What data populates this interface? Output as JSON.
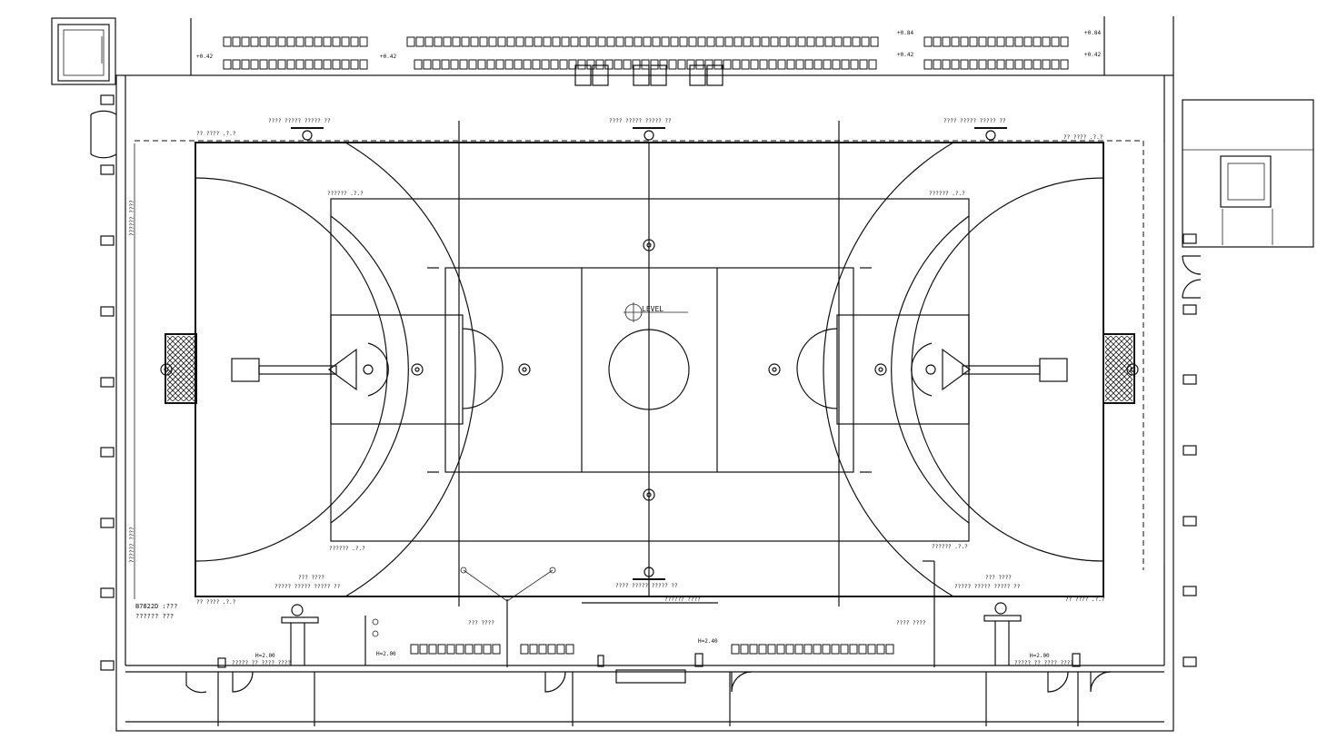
{
  "court": {
    "center_label": "LEVEL",
    "dimension_label": "?????? ????"
  },
  "notes": {
    "top_center": "???? ????? ????? ??",
    "top_left": "???? ????? ????? ??",
    "top_right": "???? ????? ????? ??",
    "bottom_center": "???? ????? ????? ??",
    "bottom_left_a": "??? ????",
    "bottom_left_b": "????? ????? ????? ??",
    "bottom_right_a": "??? ????",
    "bottom_right_b": "????? ????? ????? ??",
    "corner_tl": "?? ???? .?.?",
    "corner_tr": "?? ???? .?.?",
    "corner_bl": "?? ???? .?.?",
    "corner_br": "?? ???? .?.?",
    "key_tl": "?????? .?.?",
    "key_tr": "?????? .?.?",
    "key_bl": "?????? .?.?",
    "key_br": "?????? .?.?",
    "bleachers_left_label": "?????? ???",
    "bottom_mid_label": "??? ????",
    "bottom_right_label": "???? ????",
    "side_left_top": "?????? ????",
    "side_left_bottom": "?????? ????",
    "hoop_left": "????? ?? ???? ????",
    "hoop_right": "????? ?? ???? ????",
    "level_code": "B7822D :???"
  },
  "levels": {
    "lv_left_a": "+0.42",
    "lv_left_b": "+0.42",
    "lv_mid_a": "+0.84",
    "lv_mid_b": "+0.42",
    "lv_right_a": "+0.84",
    "lv_right_b": "+0.42",
    "h_left": "H=2.00",
    "h_left2": "H=2.00",
    "h_center": "H=2.40",
    "h_right": "H=2.00"
  }
}
